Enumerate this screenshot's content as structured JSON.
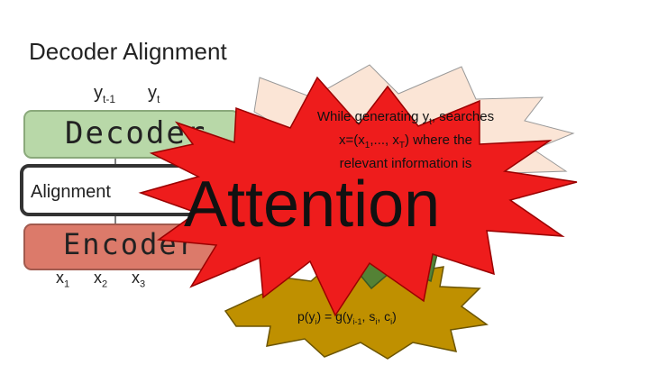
{
  "title": "Decoder Alignment",
  "decoder": {
    "label": "Decoder",
    "outputs": [
      {
        "base": "y",
        "sub": "t-1"
      },
      {
        "base": "y",
        "sub": "t"
      }
    ]
  },
  "alignment": {
    "label": "Alignment"
  },
  "encoder": {
    "label": "Encoder",
    "inputs": [
      {
        "base": "x",
        "sub": "1"
      },
      {
        "base": "x",
        "sub": "2"
      },
      {
        "base": "x",
        "sub": "3"
      }
    ]
  },
  "callout": {
    "line1_pre": "While generating y",
    "line1_sub": "t",
    "line1_post": ", searches",
    "line2_pre": "x=(x",
    "line2_sub": "1",
    "line2_post": ",..., x",
    "line2_sub2": "T",
    "line2_end": ") where the",
    "line3": "relevant information is"
  },
  "output_equation": {
    "text_a": "p(y",
    "sub_a": "i",
    "text_b": ") = g(y",
    "sub_b": "i-1",
    "text_c": ", s",
    "sub_c": "i",
    "text_d": ", c",
    "sub_d": "i",
    "text_e": ")"
  },
  "starburst": {
    "label": "Attention"
  },
  "colors": {
    "decoder": "#b8d8a8",
    "encoder": "#dc7a6a",
    "callout": "#fbe5d6",
    "starburst": "#ee1c1c",
    "green_burst": "#548235",
    "olive_burst": "#bf9000"
  }
}
